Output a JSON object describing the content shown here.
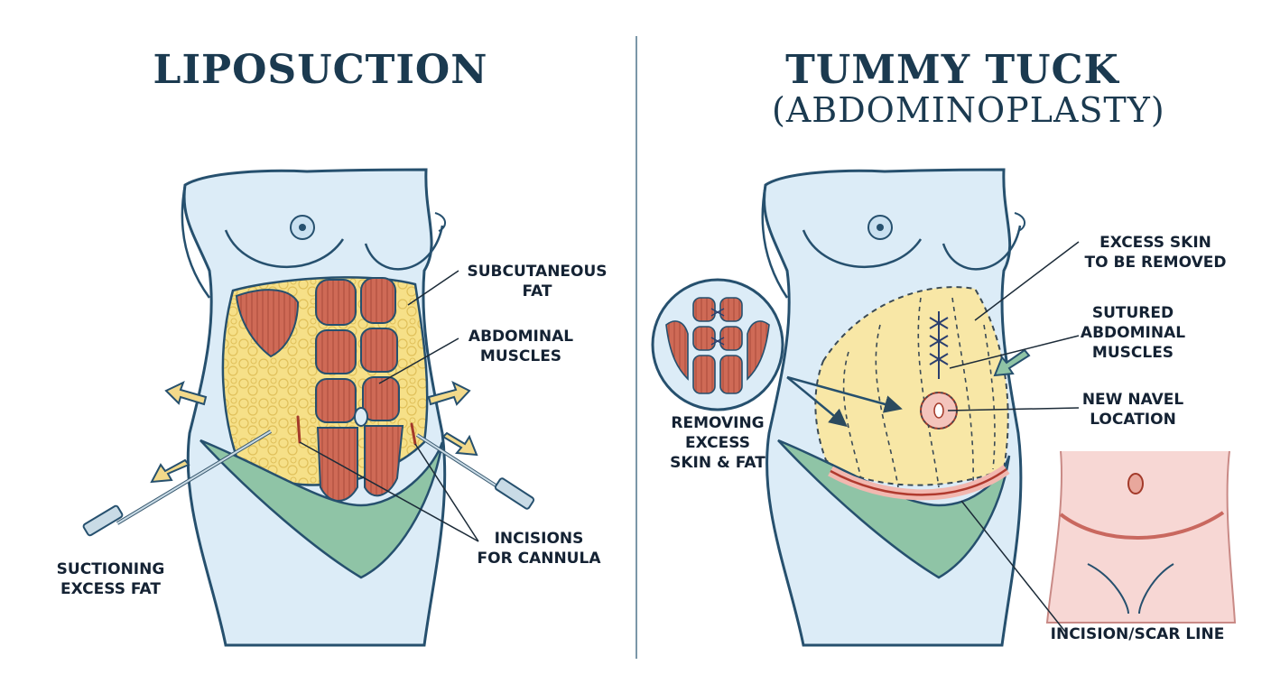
{
  "left_panel": {
    "title": "LIPOSUCTION",
    "labels": {
      "subcutaneous_fat": "SUBCUTANEOUS\nFAT",
      "abdominal_muscles": "ABDOMINAL\nMUSCLES",
      "incisions_for_cannula": "INCISIONS\nFOR CANNULA",
      "suctioning_excess_fat": "SUCTIONING\nEXCESS FAT"
    }
  },
  "right_panel": {
    "title_line1": "TUMMY TUCK",
    "title_line2": "(ABDOMINOPLASTY)",
    "labels": {
      "excess_skin": "EXCESS SKIN\nTO BE REMOVED",
      "sutured_muscles": "SUTURED\nABDOMINAL\nMUSCLES",
      "new_navel": "NEW NAVEL\nLOCATION",
      "removing_excess": "REMOVING\nEXCESS\nSKIN & FAT",
      "incision_scar_line": "INCISION/SCAR LINE"
    }
  },
  "colors": {
    "skin": "#dcecf7",
    "skin_outline": "#26506e",
    "fat": "#f6e088",
    "muscle": "#cf6a56",
    "underwear": "#8fc4a6",
    "arrow": "#f2d98a",
    "scar_skin": "#f7d7d4",
    "title": "#1b3a50"
  }
}
